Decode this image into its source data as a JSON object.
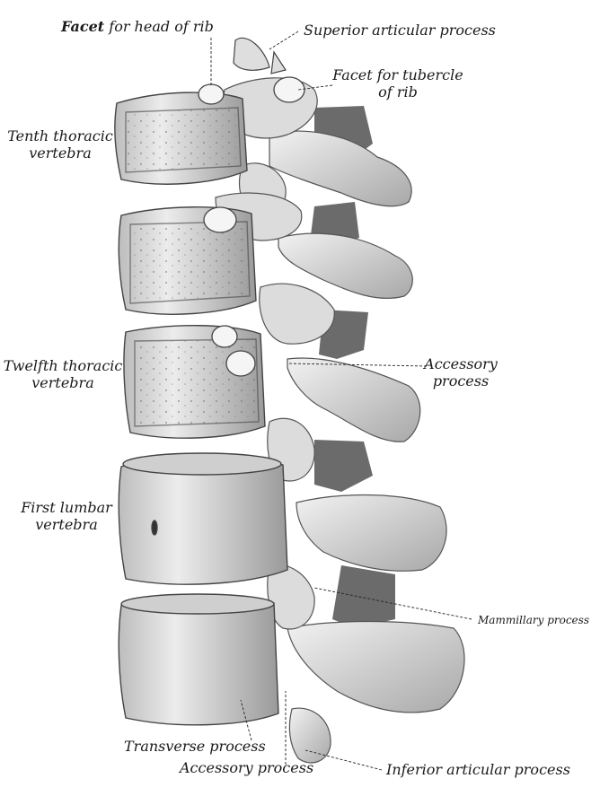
{
  "labels": {
    "facet_head_rib_b": "Facet",
    "facet_head_rib_rest": "for head of rib",
    "superior_articular": "Superior articular process",
    "facet_tubercle_1": "Facet for tubercle",
    "facet_tubercle_2": "of rib",
    "tenth_1": "Tenth thoracic",
    "tenth_2": "vertebra",
    "twelfth_1": "Twelfth thoracic",
    "twelfth_2": "vertebra",
    "accessory_1": "Accessory",
    "accessory_2": "process",
    "first_lumbar_1": "First lumbar",
    "first_lumbar_2": "vertebra",
    "mammillary": "Mammillary process",
    "transverse": "Transverse process",
    "accessory_bottom": "Accessory process",
    "inferior_articular": "Inferior articular process"
  },
  "colors": {
    "bone": "#e9e9e9",
    "shade": "#8a8a8a",
    "ink": "#1a1a1a"
  }
}
